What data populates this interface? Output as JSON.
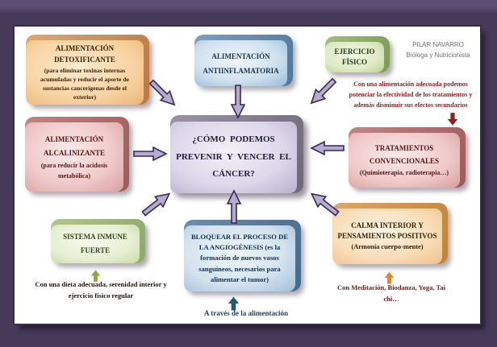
{
  "author": {
    "name": "PILAR NAVARRO",
    "role": "Bióloga y Nutricionista"
  },
  "center_node": {
    "title": "¿CÓMO PODEMOS PREVENIR Y VENCER EL CÁNCER?"
  },
  "nodes": {
    "detox": {
      "title": "ALIMENTACIÓN DETOXIFICANTE",
      "subtitle": "(para eliminar toxinas internas acumuladas y reducir el aporte de sustancias cancerígenas desde el exterior)"
    },
    "antiinflamatoria": {
      "title": "ALIMENTACIÓN ANTIINFLAMATORIA"
    },
    "ejercicio": {
      "title": "EJERCICIO FÍSICO"
    },
    "alcalinizante": {
      "title": "ALIMENTACIÓN ALCALINIZANTE",
      "subtitle": "(para reducir la acidosis metabólica)"
    },
    "tratamientos": {
      "title": "TRATAMIENTOS CONVENCIONALES",
      "subtitle": "(Quimioterapia, radioterapia…)"
    },
    "inmune": {
      "title": "SISTEMA INMUNE FUERTE"
    },
    "angiogenesis": {
      "title": "BLOQUEAR EL PROCESO DE LA ANGIOGÉNESIS (es la formación de nuevos vasos sanguíneos, necesarios para alimentar el tumor)"
    },
    "calma": {
      "title": "CALMA INTERIOR Y PENSAMIENTOS POSITIVOS",
      "subtitle": "(Armonía cuerpo-mente)"
    }
  },
  "annotations": {
    "tratamientos_note": "Con una alimentación adecuada podemos potenciar la efectividad de los tratamientos y además disminuir sus efectos secundarios",
    "inmune_note": "Con una dieta adecuada, serenidad interior y ejercicio físico regular",
    "angiogenesis_note": "A través de la alimentación",
    "calma_note": "Con Meditación, Biodanza, Yoga, Tai chi…"
  },
  "colors": {
    "background": "#473a59",
    "canvas": "#ffffff",
    "block_arrow_fill": "#b5abce",
    "block_arrow_stroke": "#352a56",
    "red_arrow": "#8e2025",
    "orange_arrow": "#e2862b",
    "navy_arrow": "#2d5672",
    "green_arrow": "#89a84b"
  }
}
